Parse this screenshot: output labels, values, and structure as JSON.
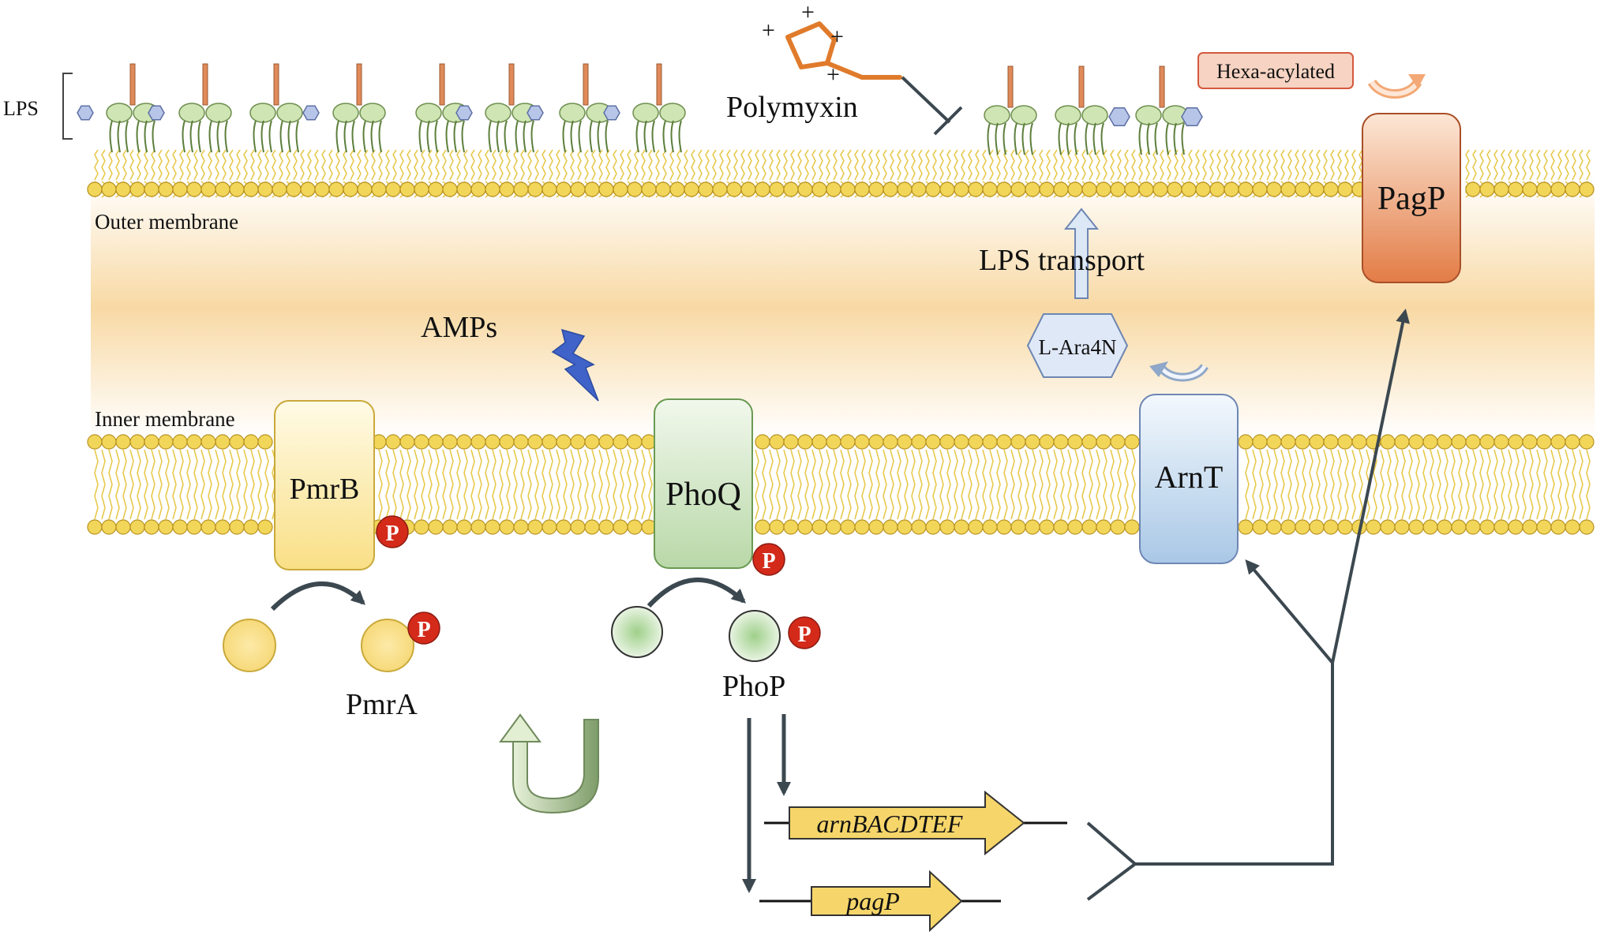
{
  "labels": {
    "lps": "LPS",
    "polymyxin": "Polymyxin",
    "hexa_acylated": "Hexa-acylated",
    "pagp_protein": "PagP",
    "outer_membrane": "Outer membrane",
    "lps_transport": "LPS transport",
    "l_ara4n": "L-Ara4N",
    "amps": "AMPs",
    "inner_membrane": "Inner membrane",
    "pmrb": "PmrB",
    "phoq": "PhoQ",
    "arnt": "ArnT",
    "pmra": "PmrA",
    "phop": "PhoP",
    "arn_gene": "arnBACDTEF",
    "pagp_gene": "pagP",
    "phospho": "P",
    "plus": "+"
  },
  "colors": {
    "lipid_head": "#f2d65a",
    "lipid_tail": "#e7c94d",
    "periplasm_center": "#f8d9a4",
    "lps_sugar": "#cfe5b4",
    "lps_sugar_stroke": "#6f8f4f",
    "lps_hex": "#b7c6e8",
    "lps_hex_stroke": "#5d6fa4",
    "lps_stem": "#e08a5a",
    "pmr_yellow": "#fbe59a",
    "pho_green": "#cde4c1",
    "arnt_blue": "#c8dcef",
    "pagp_orange": "#e8885a",
    "phospho_red": "#d42a1a",
    "arrow_dark": "#3c4850",
    "gene_arrow": "#f6d66a",
    "amps_bolt": "#3f63c8",
    "polymyxin": "#e07b2c"
  },
  "icons": {
    "amps": "lightning-bolt-icon",
    "polymyxin": "cyclic-peptide-icon",
    "cycle": "curved-arrow-icon",
    "gene": "gene-arrow-icon"
  }
}
